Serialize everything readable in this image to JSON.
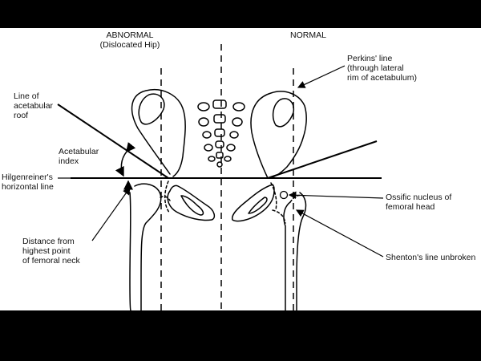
{
  "diagram": {
    "heading_abnormal": "ABNORMAL",
    "heading_abnormal_sub": "(Dislocated Hip)",
    "heading_normal": "NORMAL",
    "labels": {
      "perkins_1": "Perkins' line",
      "perkins_2": "(through lateral",
      "perkins_3": "rim of acetabulum)",
      "roof_1": "Line of",
      "roof_2": "acetabular",
      "roof_3": "roof",
      "index_1": "Acetabular",
      "index_2": "index",
      "hilgen_1": "Hilgenreiner's",
      "hilgen_2": "horizontal line",
      "ossific_1": "Ossific nucleus of",
      "ossific_2": "femoral head",
      "distance_1": "Distance from",
      "distance_2": "highest point",
      "distance_3": "of femoral neck",
      "shenton": "Shenton's line unbroken"
    }
  }
}
